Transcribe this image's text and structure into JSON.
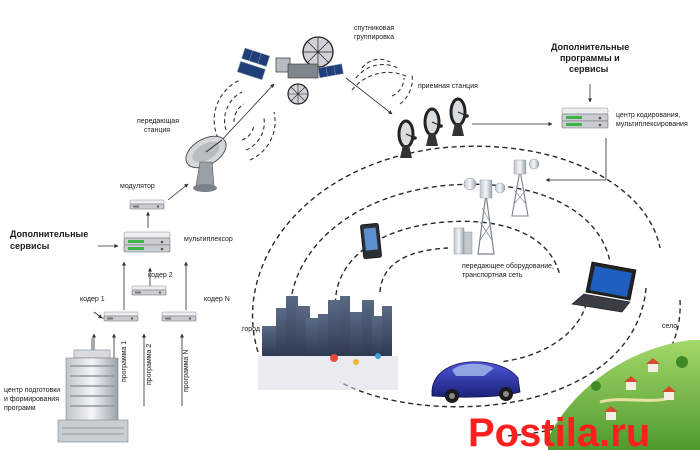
{
  "labels": {
    "satellite_group": [
      "спутниковая",
      "группировка"
    ],
    "transmit_station": [
      "передающая",
      "станция"
    ],
    "receive_station": "приемная станция",
    "extra_programs": [
      "Дополнительные",
      "программы и",
      "сервисы"
    ],
    "coding_center": [
      "центр кодирования,",
      "мультиплексирования"
    ],
    "modulator": "модулятор",
    "extra_services": [
      "Дополнительные",
      "сервисы"
    ],
    "multiplexer": "мультиплексор",
    "coder2": "кодер 2",
    "coder1": "кодер 1",
    "coderN": "кодер N",
    "transmit_equipment": [
      "передающее оборудование,",
      "транспортная сеть"
    ],
    "city": "город",
    "village": "село",
    "program1": "программа 1",
    "program2": "программа 2",
    "programN": "программа N",
    "prep_center": [
      "центр подготовки",
      "и формирования",
      "программ"
    ]
  },
  "watermark": "Postila.ru",
  "colors": {
    "watermark": "#ff1f1f",
    "screen_green": "#3fb24a",
    "car_blue": "#2a2f9a",
    "grass": "#7cc24a",
    "laptop_screen": "#1e5fbf"
  }
}
